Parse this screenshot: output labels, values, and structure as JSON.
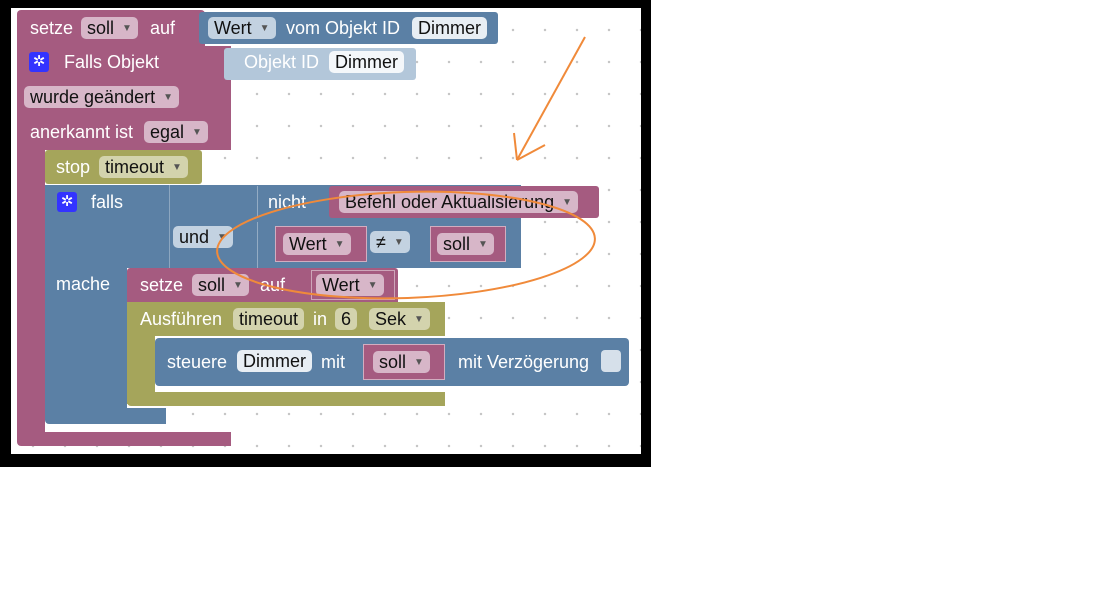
{
  "blocks": {
    "setze_top": {
      "label1": "setze",
      "var": "soll",
      "label2": "auf"
    },
    "wert_top": {
      "field": "Wert",
      "label": "vom Objekt ID",
      "obj": "Dimmer"
    },
    "trigger": {
      "label": "Falls Objekt",
      "objlabel": "Objekt ID",
      "obj": "Dimmer",
      "changed": "wurde geändert",
      "ack_label": "anerkannt ist",
      "ack_value": "egal"
    },
    "stop": {
      "label": "stop",
      "value": "timeout"
    },
    "falls": {
      "label": "falls",
      "und": "und",
      "nicht": "nicht",
      "befehl": "Befehl oder Aktualisierung",
      "left": "Wert",
      "op": "≠",
      "right": "soll",
      "mache": "mache"
    },
    "setze_inner": {
      "label1": "setze",
      "var": "soll",
      "label2": "auf",
      "value": "Wert"
    },
    "ausfuehren": {
      "label": "Ausführen",
      "name": "timeout",
      "in": "in",
      "num": "6",
      "unit": "Sek"
    },
    "steuere": {
      "label": "steuere",
      "obj": "Dimmer",
      "mit": "mit",
      "val": "soll",
      "delay": "mit Verzögerung"
    }
  },
  "colors": {
    "logic": "#5b80a5",
    "variables": "#a55b80",
    "timers": "#a5a55b",
    "annotation": "#f08a3a"
  },
  "icons": {
    "gear": "gear-icon",
    "dropdown": "dropdown-arrow-icon"
  }
}
